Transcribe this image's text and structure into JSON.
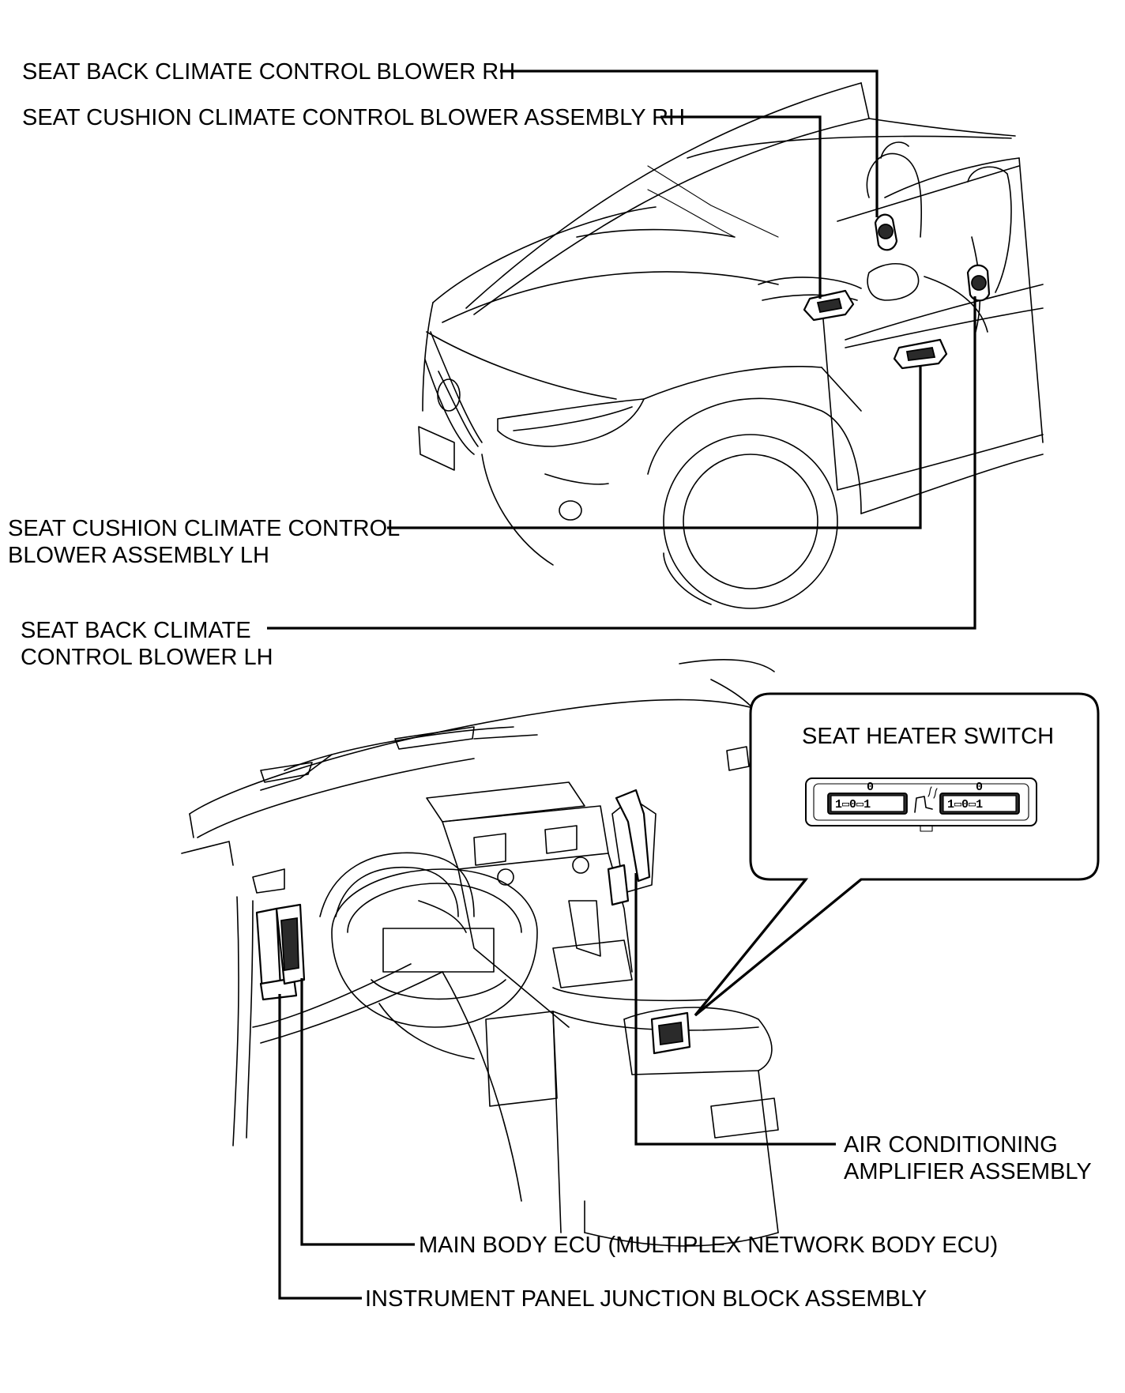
{
  "labels": {
    "seat_back_blower_rh": "SEAT BACK CLIMATE CONTROL BLOWER RH",
    "seat_cushion_blower_rh": "SEAT CUSHION CLIMATE CONTROL BLOWER ASSEMBLY RH",
    "seat_cushion_blower_lh_line1": "SEAT CUSHION CLIMATE CONTROL",
    "seat_cushion_blower_lh_line2": "BLOWER ASSEMBLY LH",
    "seat_back_blower_lh_line1": "SEAT BACK CLIMATE",
    "seat_back_blower_lh_line2": "CONTROL BLOWER LH",
    "seat_heater_switch": "SEAT HEATER SWITCH",
    "ac_amplifier_line1": "AIR CONDITIONING",
    "ac_amplifier_line2": "AMPLIFIER ASSEMBLY",
    "main_body_ecu": "MAIN BODY ECU (MULTIPLEX NETWORK BODY ECU)",
    "junction_block": "INSTRUMENT PANEL JUNCTION BLOCK ASSEMBLY"
  },
  "switch_panel": {
    "left_dial": "1▭0▭1",
    "right_dial": "1▭0▭1",
    "top_marks_left": "0",
    "top_marks_right": "0"
  }
}
